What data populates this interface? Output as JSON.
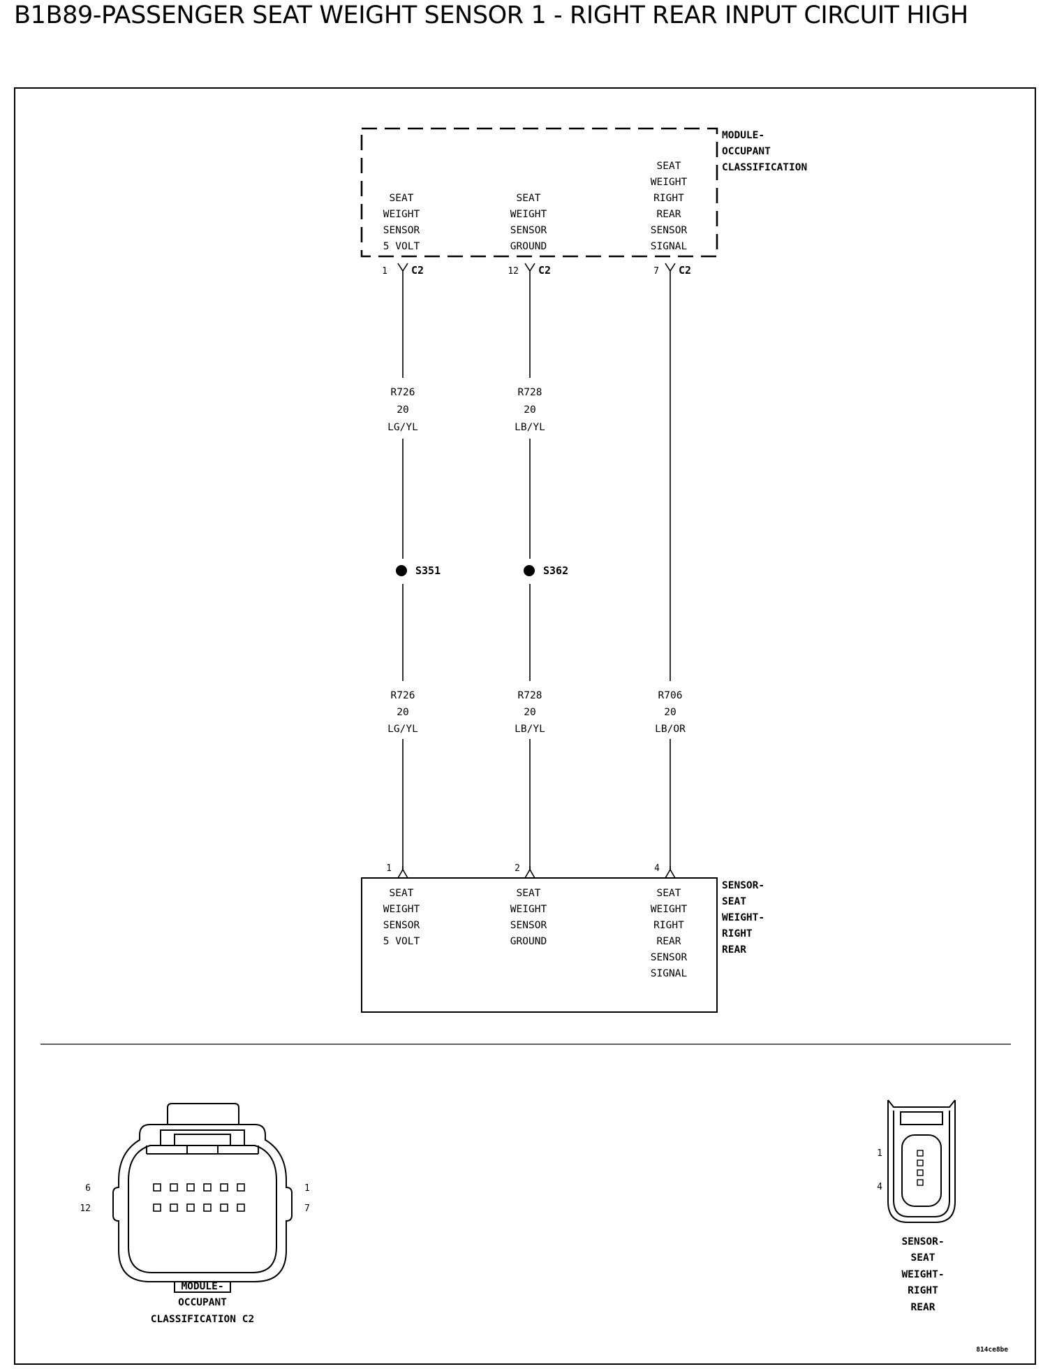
{
  "title": "B1B89-PASSENGER SEAT WEIGHT SENSOR 1 - RIGHT REAR INPUT CIRCUIT HIGH",
  "module": {
    "name_lines": [
      "MODULE-",
      "OCCUPANT",
      "CLASSIFICATION"
    ],
    "pins": [
      {
        "lines": [
          "SEAT",
          "WEIGHT",
          "SENSOR",
          "5 VOLT"
        ],
        "pin": "1",
        "connector": "C2"
      },
      {
        "lines": [
          "SEAT",
          "WEIGHT",
          "SENSOR",
          "GROUND"
        ],
        "pin": "12",
        "connector": "C2"
      },
      {
        "lines": [
          "SEAT",
          "WEIGHT",
          "RIGHT",
          "REAR",
          "SENSOR",
          "SIGNAL"
        ],
        "pin": "7",
        "connector": "C2"
      }
    ]
  },
  "wires": {
    "upper": [
      {
        "lines": [
          "R726",
          "20",
          "LG/YL"
        ]
      },
      {
        "lines": [
          "R728",
          "20",
          "LB/YL"
        ]
      }
    ],
    "lower": [
      {
        "lines": [
          "R726",
          "20",
          "LG/YL"
        ]
      },
      {
        "lines": [
          "R728",
          "20",
          "LB/YL"
        ]
      },
      {
        "lines": [
          "R706",
          "20",
          "LB/OR"
        ]
      }
    ]
  },
  "splices": [
    "S351",
    "S362"
  ],
  "sensor": {
    "name_lines": [
      "SENSOR-",
      "SEAT",
      "WEIGHT-",
      "RIGHT",
      "REAR"
    ],
    "pins": [
      {
        "lines": [
          "SEAT",
          "WEIGHT",
          "SENSOR",
          "5 VOLT"
        ],
        "pin": "1"
      },
      {
        "lines": [
          "SEAT",
          "WEIGHT",
          "SENSOR",
          "GROUND"
        ],
        "pin": "2"
      },
      {
        "lines": [
          "SEAT",
          "WEIGHT",
          "RIGHT",
          "REAR",
          "SENSOR",
          "SIGNAL"
        ],
        "pin": "4"
      }
    ]
  },
  "connector_views": {
    "module_c2": {
      "caption_lines": [
        "MODULE-",
        "OCCUPANT",
        "CLASSIFICATION C2"
      ],
      "pin_labels": {
        "top_left": "6",
        "bottom_left": "12",
        "top_right": "1",
        "bottom_right": "7"
      }
    },
    "sensor": {
      "caption_lines": [
        "SENSOR-",
        "SEAT",
        "WEIGHT-",
        "RIGHT",
        "REAR"
      ],
      "pin_labels": {
        "top": "1",
        "bottom": "4"
      }
    }
  },
  "figure_id": "814ce8be"
}
